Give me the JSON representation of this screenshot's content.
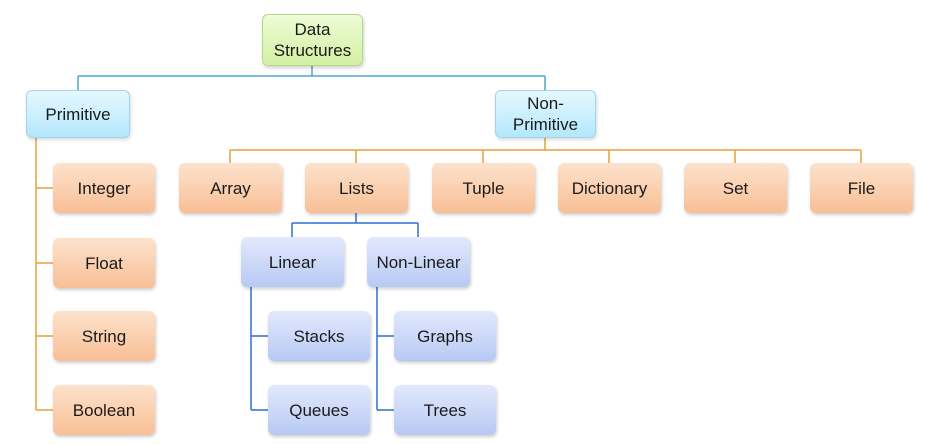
{
  "diagram": {
    "root": "Data\nStructures",
    "branches": {
      "primitive": "Primitive",
      "non_primitive": "Non-\nPrimitive"
    },
    "primitive_types": [
      "Integer",
      "Float",
      "String",
      "Boolean"
    ],
    "non_primitive_types": [
      "Array",
      "Lists",
      "Tuple",
      "Dictionary",
      "Set",
      "File"
    ],
    "list_types": [
      "Linear",
      "Non-Linear"
    ],
    "linear_types": [
      "Stacks",
      "Queues"
    ],
    "non_linear_types": [
      "Graphs",
      "Trees"
    ]
  },
  "colors": {
    "root": "#d3f0a4",
    "branch": "#b3e7fb",
    "primitive_leaf": "#f8bf95",
    "list_subtree": "#b7c9f3",
    "root_connector": "#4aa7c9",
    "orange_connector": "#e8a13a",
    "blue_connector": "#2f6fd0"
  }
}
